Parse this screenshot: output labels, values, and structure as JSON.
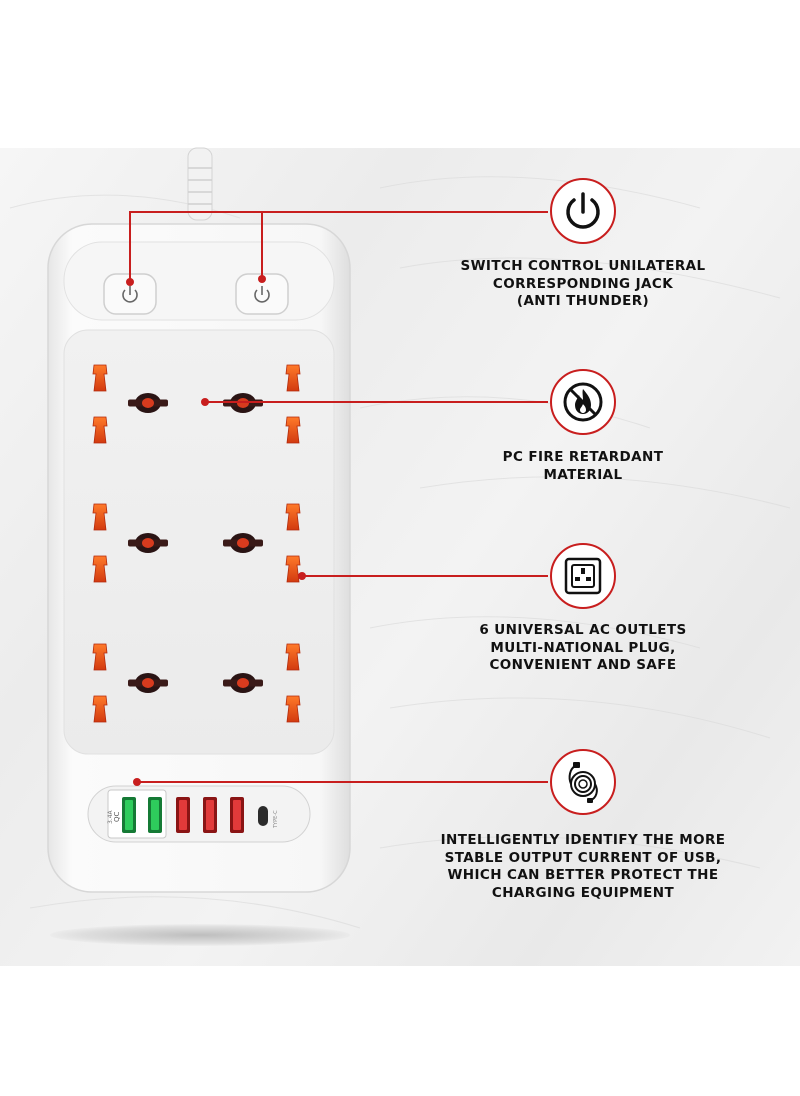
{
  "colors": {
    "accent_red": "#c81e1e",
    "socket_orange": "#e8501c",
    "usb_green": "#1fa84a",
    "usb_red": "#d8262a",
    "body_white": "#f4f4f4"
  },
  "device": {
    "power_buttons": [
      {
        "icon": "power-icon"
      },
      {
        "icon": "power-icon"
      }
    ],
    "ac_outlets_count": 6,
    "usb_panel": {
      "qc_label": "QC",
      "rating_label": "3.4A",
      "typec_label": "TYPE-C",
      "green_ports": 2,
      "red_ports": 3
    }
  },
  "features": [
    {
      "icon": "power-icon",
      "lines": [
        "SWITCH CONTROL UNILATERAL",
        "CORRESPONDING JACK",
        "(ANTI THUNDER)"
      ]
    },
    {
      "icon": "fire-retardant-icon",
      "lines": [
        "PC FIRE RETARDANT",
        "MATERIAL"
      ]
    },
    {
      "icon": "outlet-icon",
      "lines": [
        "6 UNIVERSAL AC OUTLETS",
        "MULTI-NATIONAL PLUG,",
        "CONVENIENT AND SAFE"
      ]
    },
    {
      "icon": "usb-cable-icon",
      "lines": [
        "INTELLIGENTLY IDENTIFY THE MORE",
        "STABLE OUTPUT CURRENT OF USB,",
        "WHICH CAN BETTER PROTECT THE",
        "CHARGING EQUIPMENT"
      ]
    }
  ]
}
